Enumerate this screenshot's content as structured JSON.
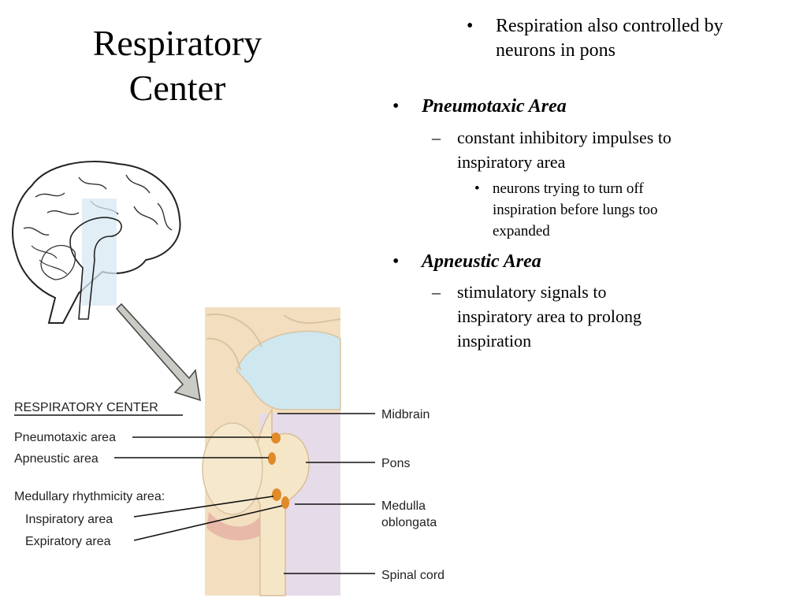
{
  "slide": {
    "title": "Respiratory Center",
    "bullets": [
      {
        "level": 1,
        "text": "Respiration also controlled by neurons in pons",
        "style": "normal"
      },
      {
        "level": 1,
        "text": "Pneumotaxic Area",
        "style": "bold-italic"
      },
      {
        "level": 2,
        "text": "constant inhibitory impulses to inspiratory area"
      },
      {
        "level": 3,
        "text": "neurons trying to turn off inspiration before lungs too expanded"
      },
      {
        "level": 1,
        "text": "Apneustic Area",
        "style": "bold-italic"
      },
      {
        "level": 2,
        "text": "stimulatory signals to inspiratory area to prolong inspiration"
      }
    ]
  },
  "diagram": {
    "header": "RESPIRATORY CENTER",
    "left_labels": {
      "pneumotaxic": "Pneumotaxic area",
      "apneustic": "Apneustic area",
      "medullary": "Medullary rhythmicity area:",
      "inspiratory": "Inspiratory area",
      "expiratory": "Expiratory area"
    },
    "right_labels": {
      "midbrain": "Midbrain",
      "pons": "Pons",
      "medulla_line1": "Medulla",
      "medulla_line2": "oblongata",
      "spinal_cord": "Spinal cord"
    },
    "colors": {
      "tissue": "#f3dfc0",
      "ventricle": "#cfe7ef",
      "region_shade": "#e6dbe8",
      "nucleus": "#e08a2a",
      "arrow": "#c9cbc4"
    }
  }
}
